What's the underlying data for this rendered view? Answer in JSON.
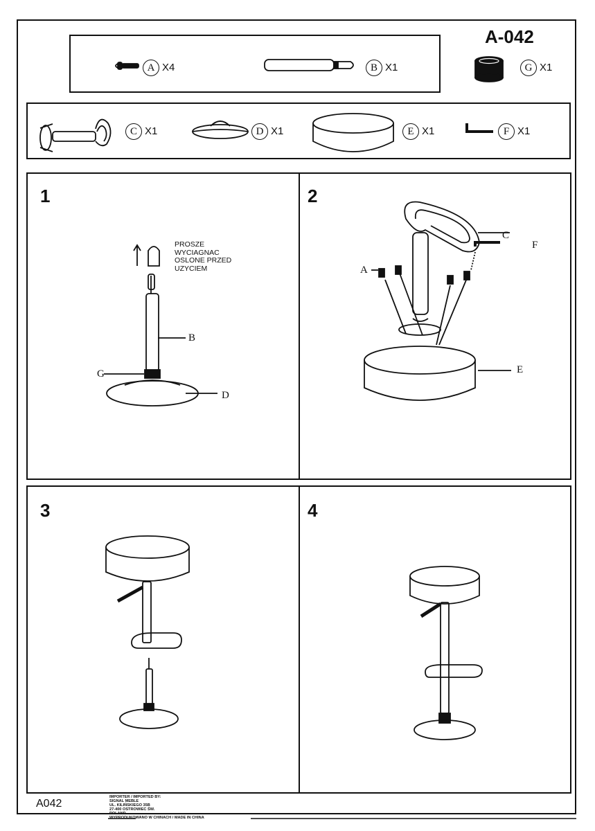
{
  "model_title": "A-042",
  "parts": [
    {
      "letter": "A",
      "qty": "X4"
    },
    {
      "letter": "B",
      "qty": "X1"
    },
    {
      "letter": "G",
      "qty": "X1"
    },
    {
      "letter": "C",
      "qty": "X1"
    },
    {
      "letter": "D",
      "qty": "X1"
    },
    {
      "letter": "E",
      "qty": "X1"
    },
    {
      "letter": "F",
      "qty": "X1"
    }
  ],
  "steps": [
    {
      "number": "1"
    },
    {
      "number": "2"
    },
    {
      "number": "3"
    },
    {
      "number": "4"
    }
  ],
  "step1": {
    "note_lines": [
      "PROSZE",
      "WYCIAGNAC",
      "OSLONE PRZED",
      "UZYCIEM"
    ],
    "callouts": {
      "b": "B",
      "g": "G",
      "d": "D"
    }
  },
  "step2": {
    "callouts": {
      "c": "C",
      "f": "F",
      "a": "A",
      "e": "E"
    }
  },
  "footer": {
    "model_code": "A042",
    "importer_lines": [
      "IMPORTER / IMPORTED BY:",
      "SIGNAL MEBLE",
      "UL. KILIŃSKIEGO 35B",
      "27-400 OSTROWIEC ŚW.",
      "POLAND",
      "WYPRODUKOWANO W CHINACH / MADE IN CHINA"
    ]
  }
}
